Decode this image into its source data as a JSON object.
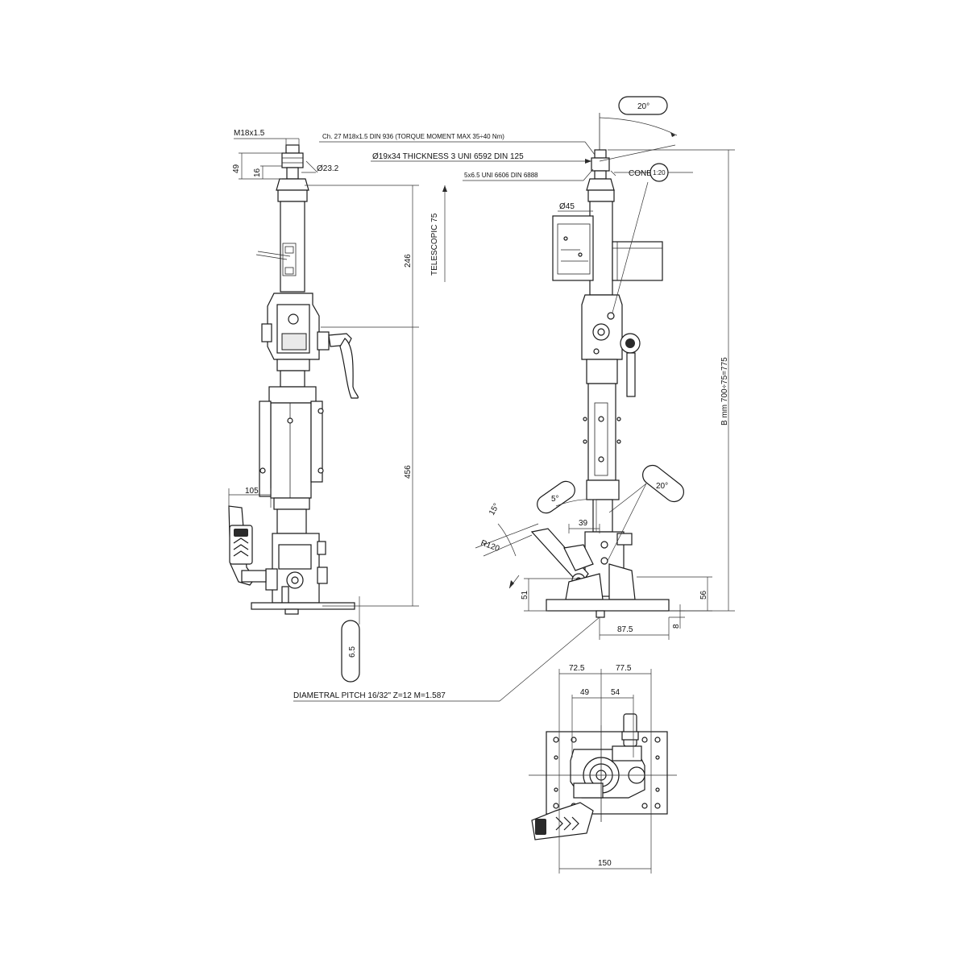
{
  "annotations": {
    "thread_m18": "M18x1.5",
    "nut_spec": "Ch. 27 M18x1.5 DIN 936 (TORQUE MOMENT MAX 35÷40 Nm)",
    "washer_spec": "Ø19x34 THICKNESS 3 UNI 6592 DIN 125",
    "key_spec": "5x6.5 UNI 6606 DIN 6888",
    "cone_label": "CONE",
    "cone_ratio": "1:20",
    "dia_23_2": "Ø23.2",
    "dia_45": "Ø45",
    "telescopic": "TELESCOPIC 75",
    "b_height": "B mm 700÷75=775",
    "diametral_pitch": "DIAMETRAL PITCH 16/32\" Z=12 M=1.587",
    "radius_r120": "R120"
  },
  "dimensions": {
    "d49": "49",
    "d16": "16",
    "d246": "246",
    "d456": "456",
    "d105": "105",
    "d6_5": "6.5",
    "d39": "39",
    "d51": "51",
    "d56": "56",
    "d8": "8",
    "d87_5": "87.5",
    "d72_5": "72.5",
    "d77_5": "77.5",
    "d49b": "49",
    "d54": "54",
    "d150": "150"
  },
  "angles": {
    "tilt_top": "20°",
    "tilt_lever": "20°",
    "pedal_5": "5°",
    "pedal_15": "15°"
  }
}
